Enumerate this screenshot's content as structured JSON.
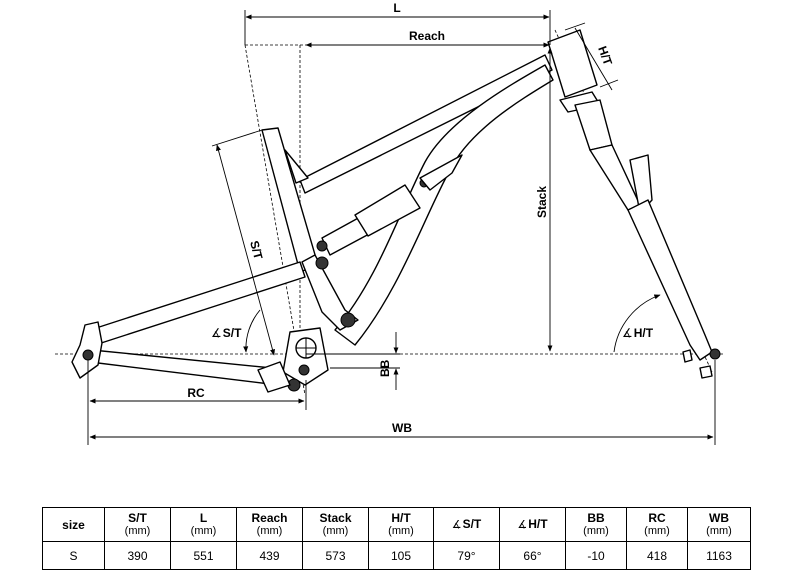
{
  "diagram": {
    "labels": {
      "L": "L",
      "reach": "Reach",
      "ht": "H/T",
      "stack": "Stack",
      "st": "S/T",
      "angle_st": "S/T",
      "angle_ht": "H/T",
      "bb": "BB",
      "rc": "RC",
      "wb": "WB"
    },
    "angle_symbol": "∡"
  },
  "table": {
    "headers": [
      {
        "label": "size",
        "unit": ""
      },
      {
        "label": "S/T",
        "unit": "(mm)"
      },
      {
        "label": "L",
        "unit": "(mm)"
      },
      {
        "label": "Reach",
        "unit": "(mm)"
      },
      {
        "label": "Stack",
        "unit": "(mm)"
      },
      {
        "label": "H/T",
        "unit": "(mm)"
      },
      {
        "label": "S/T",
        "unit": "",
        "angle": true
      },
      {
        "label": "H/T",
        "unit": "",
        "angle": true
      },
      {
        "label": "BB",
        "unit": "(mm)"
      },
      {
        "label": "RC",
        "unit": "(mm)"
      },
      {
        "label": "WB",
        "unit": "(mm)"
      }
    ],
    "rows": [
      [
        "S",
        "390",
        "551",
        "439",
        "573",
        "105",
        "79°",
        "66°",
        "-10",
        "418",
        "1163"
      ]
    ]
  }
}
